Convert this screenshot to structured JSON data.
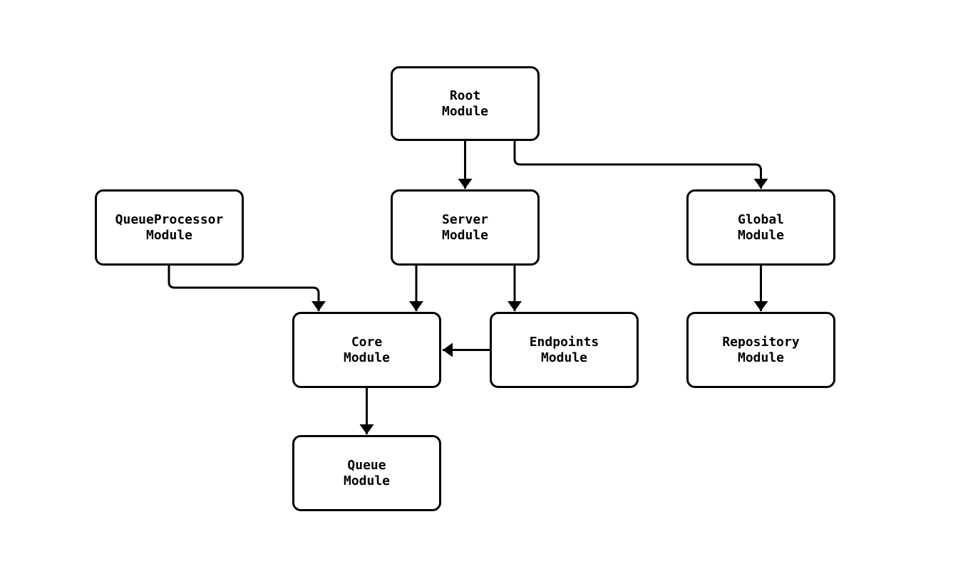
{
  "diagram": {
    "type": "flowchart",
    "direction": "top-down",
    "colors": {
      "background": "#ffffff",
      "node_fill": "#ffffff",
      "node_border": "#000000",
      "text": "#000000",
      "edge": "#000000"
    },
    "nodes": {
      "root": {
        "label": "Root\nModule"
      },
      "queueprocessor": {
        "label": "QueueProcessor\nModule"
      },
      "server": {
        "label": "Server\nModule"
      },
      "global": {
        "label": "Global\nModule"
      },
      "core": {
        "label": "Core\nModule"
      },
      "endpoints": {
        "label": "Endpoints\nModule"
      },
      "repository": {
        "label": "Repository\nModule"
      },
      "queue": {
        "label": "Queue\nModule"
      }
    },
    "edges": [
      {
        "from": "Root Module",
        "to": "Server Module"
      },
      {
        "from": "Root Module",
        "to": "Global Module"
      },
      {
        "from": "QueueProcessor Module",
        "to": "Core Module"
      },
      {
        "from": "Server Module",
        "to": "Core Module"
      },
      {
        "from": "Server Module",
        "to": "Endpoints Module"
      },
      {
        "from": "Endpoints Module",
        "to": "Core Module"
      },
      {
        "from": "Global Module",
        "to": "Repository Module"
      },
      {
        "from": "Core Module",
        "to": "Queue Module"
      }
    ]
  }
}
